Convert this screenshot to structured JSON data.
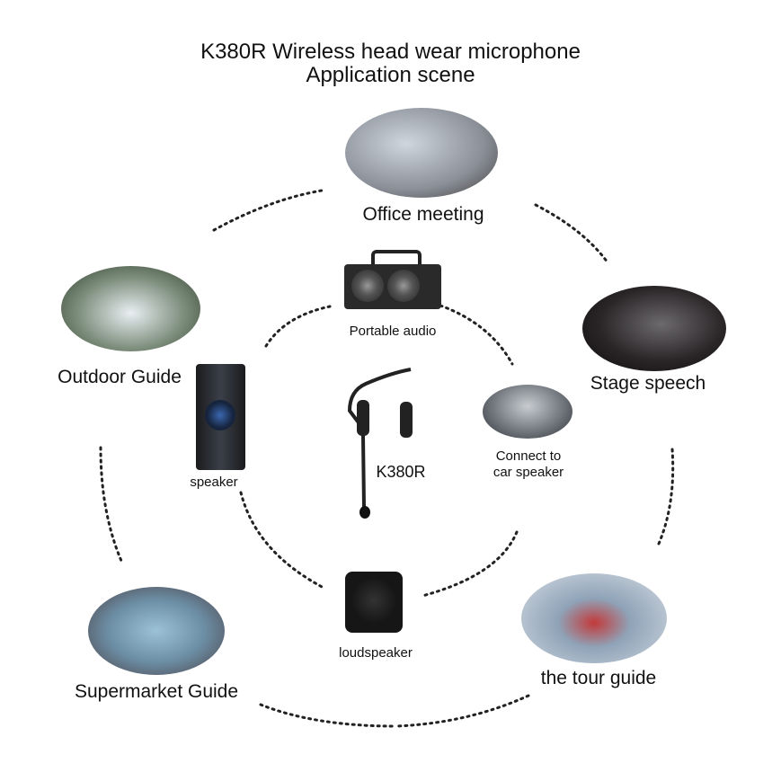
{
  "title": {
    "line1": "K380R Wireless head wear microphone",
    "line2": "Application scene"
  },
  "scenes": {
    "office": "Office meeting",
    "outdoor": "Outdoor Guide",
    "stage": "Stage speech",
    "supermarket": "Supermarket Guide",
    "tour": "the tour guide"
  },
  "devices": {
    "portable": "Portable audio",
    "speaker": "speaker",
    "car_line1": "Connect to",
    "car_line2": "car speaker",
    "mic": "K380R",
    "loudspeaker": "loudspeaker"
  }
}
